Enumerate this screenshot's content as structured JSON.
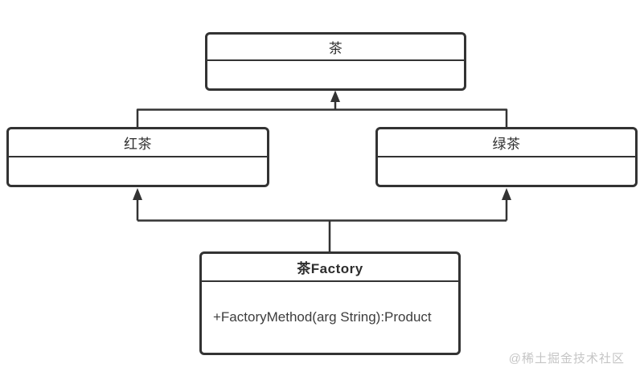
{
  "diagram": {
    "type": "uml-class-diagram",
    "classes": [
      {
        "id": "tea",
        "name": "茶",
        "members": []
      },
      {
        "id": "black-tea",
        "name": "红茶",
        "members": []
      },
      {
        "id": "green-tea",
        "name": "绿茶",
        "members": []
      },
      {
        "id": "tea-factory",
        "name": "茶Factory",
        "members": [
          "+FactoryMethod(arg String):Product"
        ]
      }
    ],
    "relations": [
      {
        "from": "红茶",
        "to": "茶",
        "type": "arrow-up"
      },
      {
        "from": "绿茶",
        "to": "茶",
        "type": "arrow-up"
      },
      {
        "from": "茶Factory",
        "to": "红茶",
        "type": "arrow-up"
      },
      {
        "from": "茶Factory",
        "to": "绿茶",
        "type": "arrow-up"
      }
    ]
  },
  "watermark": {
    "text": "@稀土掘金技术社区"
  },
  "colors": {
    "line": "#333333",
    "title_text": "#2d2d2d",
    "member_text": "#3d3d3d",
    "watermark": "#c5c5c5",
    "background": "#ffffff"
  }
}
